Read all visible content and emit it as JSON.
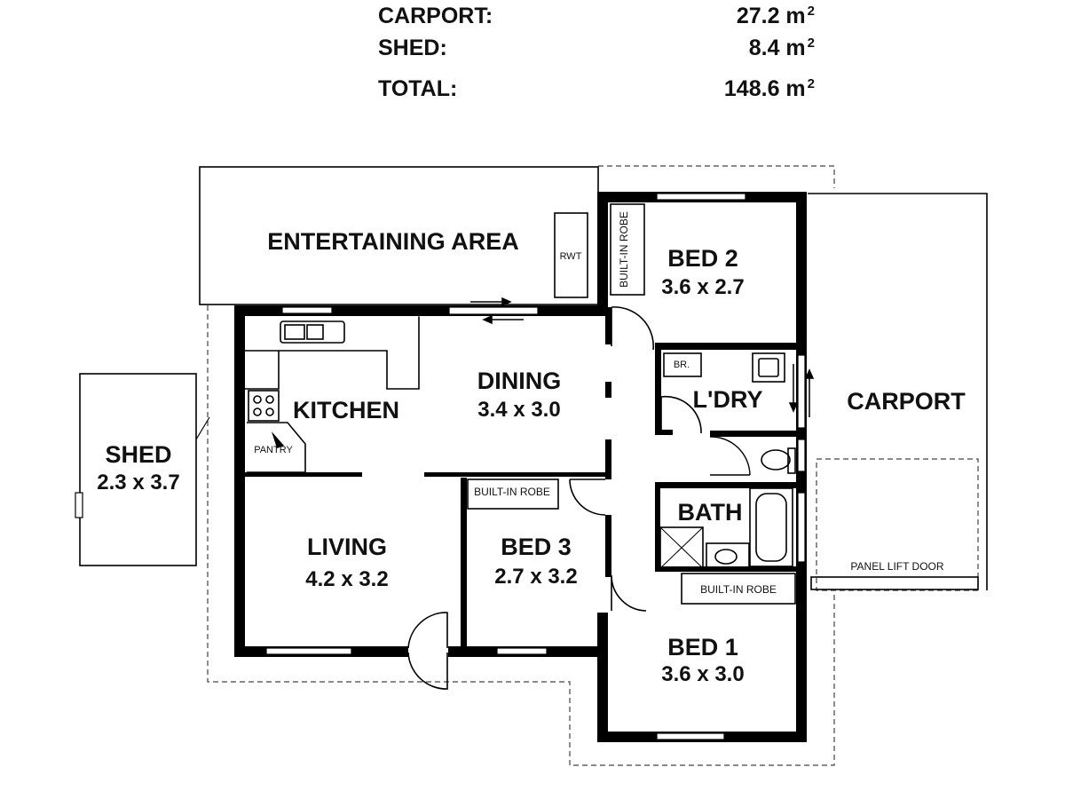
{
  "areas": [
    {
      "label": "CARPORT:",
      "value": "27.2 m",
      "unit_sup": "2"
    },
    {
      "label": "SHED:",
      "value": "8.4 m",
      "unit_sup": "2"
    },
    {
      "label": "TOTAL:",
      "value": "148.6 m",
      "unit_sup": "2"
    }
  ],
  "rooms": {
    "entertaining": "ENTERTAINING AREA",
    "rwt": "RWT",
    "kitchen": "KITCHEN",
    "pantry": "PANTRY",
    "dining": "DINING",
    "dining_dim": "3.4 x 3.0",
    "living": "LIVING",
    "living_dim": "4.2 x 3.2",
    "bed3": "BED 3",
    "bed3_dim": "2.7 x 3.2",
    "bed2": "BED 2",
    "bed2_dim": "3.6 x 2.7",
    "laundry": "L'DRY",
    "linen": "BR.",
    "bath": "BATH",
    "bed1": "BED 1",
    "bed1_dim": "3.6 x 3.0",
    "carport": "CARPORT",
    "panel_door": "PANEL LIFT DOOR",
    "shed": "SHED",
    "shed_dim": "2.3 x 3.7",
    "robe_bed2": "BUILT-IN ROBE",
    "robe_bed3": "BUILT-IN ROBE",
    "robe_bed1": "BUILT-IN ROBE"
  }
}
